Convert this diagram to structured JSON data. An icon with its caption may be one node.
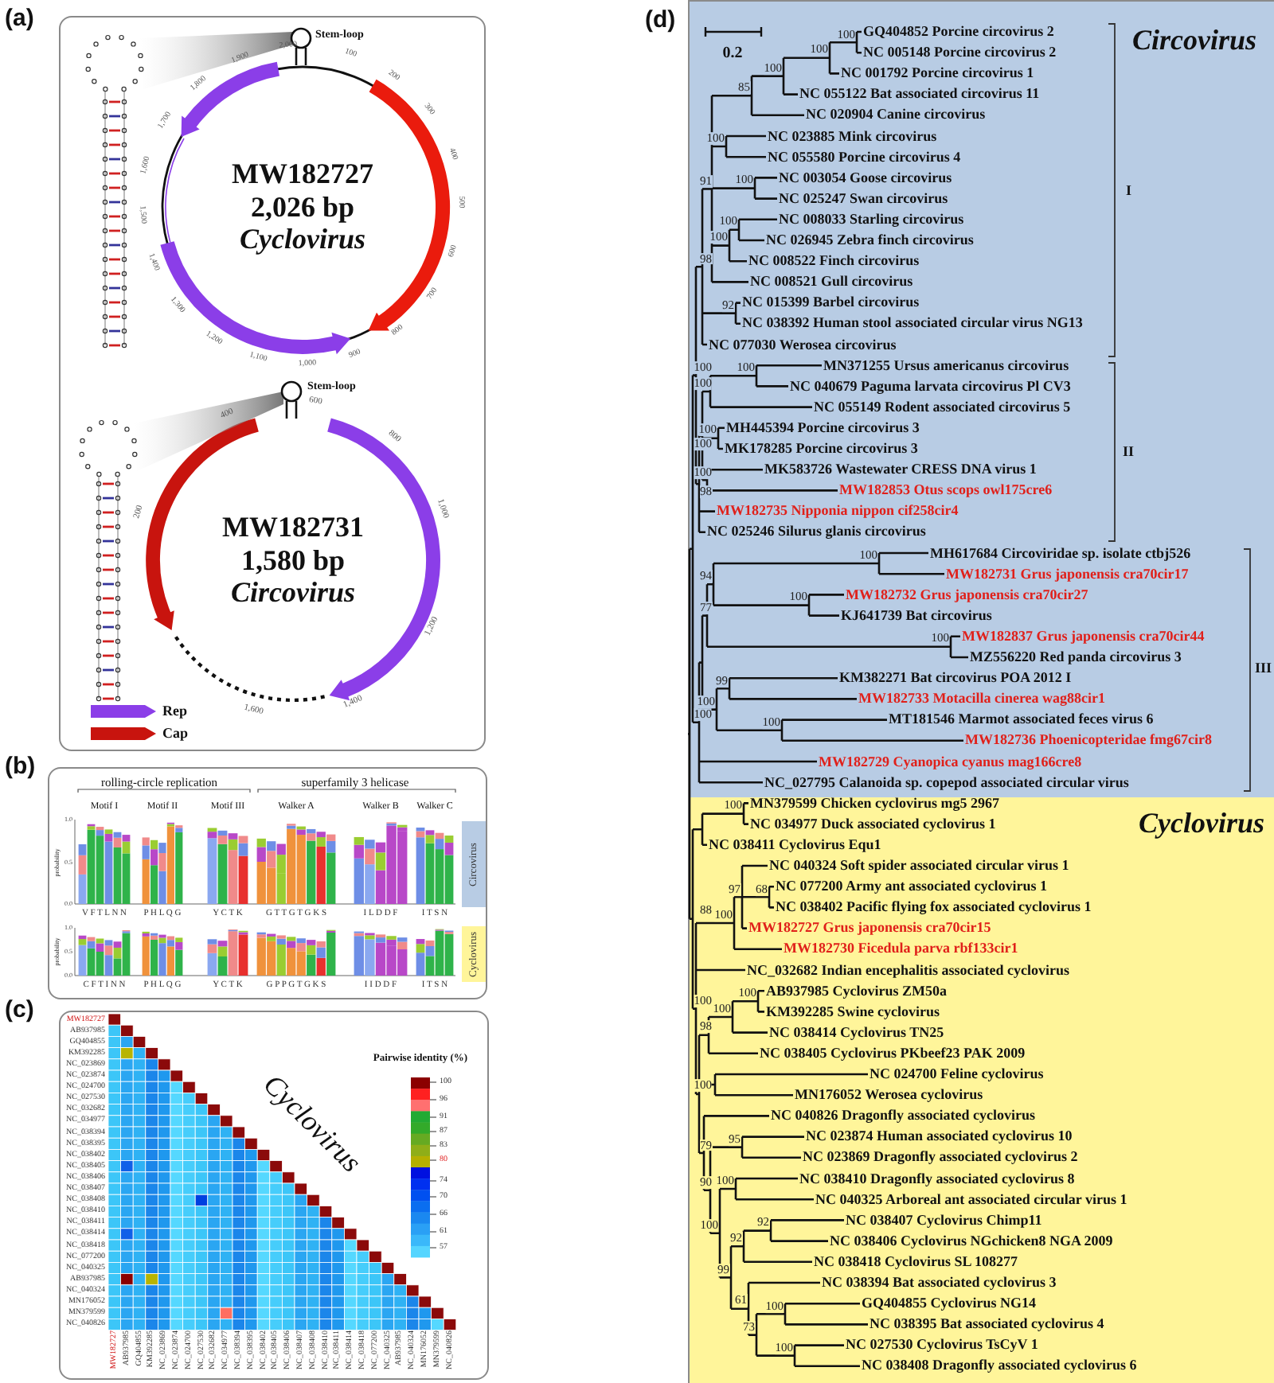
{
  "diagram": {
    "nodes": [
      {
        "text": [
          "(a)"
        ]
      },
      {
        "text": [
          "MW182727",
          "2,026 bp",
          "Cyclovirus"
        ],
        "in": 0
      },
      {
        "text": [
          "MW182731",
          "1,580 bp",
          "Circovirus"
        ],
        "in": 0
      },
      {
        "text": [
          "(b)"
        ]
      },
      {
        "text": [
          "Circovirus"
        ],
        "in": 3
      },
      {
        "text": [
          "Cyclovirus"
        ],
        "in": 3
      },
      {
        "text": [
          "(c)"
        ]
      },
      {
        "text": [
          "(d)"
        ]
      },
      {
        "text": [
          "Circovirus"
        ],
        "in": 7
      },
      {
        "text": [
          "Cyclovirus"
        ],
        "in": 7
      }
    ],
    "labels": [
      "Stem-loop",
      "100",
      "200",
      "300",
      "400",
      "500",
      "600",
      "700",
      "800",
      "900",
      "1,000",
      "1,100",
      "1,200",
      "1,300",
      "1,400",
      "1,500",
      "1,600",
      "1,700",
      "1,800",
      "1,900",
      "2,000",
      "Stem-loop",
      "600",
      "800",
      "1,000",
      "1,200",
      "1,400",
      "1,600",
      "200",
      "400",
      "rolling-circle replication",
      "superfamily 3 helicase",
      "Motif I",
      "Motif II",
      "Motif III",
      "Walker A",
      "Walker B",
      "Walker C",
      "probability",
      "1.0",
      "0.5",
      "0.0",
      "V F T L N N",
      "P H L Q G",
      "Y C T K",
      "G T T G T G K S",
      "I L D D F",
      "I T S N",
      "probability",
      "1.0",
      "0.5",
      "0.0",
      "C F T I N N",
      "P H L Q G",
      "Y C T K",
      "G P P G T G K S",
      "I I D D F",
      "I T S N",
      "MW182727",
      "AB937985",
      "GQ404855",
      "KM392285",
      "NC_023869",
      "NC_023874",
      "NC_024700",
      "NC_027530",
      "NC_032682",
      "NC_034977",
      "NC_038394",
      "NC_038395",
      "NC_038402",
      "NC_038405",
      "NC_038406",
      "NC_038407",
      "NC_038408",
      "NC_038410",
      "NC_038411",
      "NC_038414",
      "NC_038418",
      "NC_077200",
      "NC_040325",
      "AB937985",
      "NC_040324",
      "MN176052",
      "MN379599",
      "NC_040826",
      "MW182727",
      "AB937985",
      "GQ404855",
      "KM392285",
      "NC_023869",
      "NC_023874",
      "NC_024700",
      "NC_027530",
      "NC_032682",
      "NC_034977",
      "NC_038394",
      "NC_038395",
      "NC_038402",
      "NC_038405",
      "NC_038406",
      "NC_038407",
      "NC_038408",
      "NC_038410",
      "NC_038411",
      "NC_038414",
      "NC_038418",
      "NC_077200",
      "NC_040325",
      "AB937985",
      "NC_040324",
      "MN176052",
      "MN379599",
      "NC_040826",
      "Cyclovirus",
      "Pairwise identity (%)",
      "100",
      "96",
      "91",
      "87",
      "83",
      "80",
      "74",
      "70",
      "66",
      "61",
      "57",
      "0.2",
      "GQ404852 Porcine circovirus 2",
      "NC 005148 Porcine circovirus 2",
      "NC 001792 Porcine circovirus 1",
      "NC 055122 Bat associated circovirus 11",
      "NC 020904 Canine circovirus",
      "NC 023885 Mink circovirus",
      "NC 055580 Porcine circovirus 4",
      "NC 003054 Goose circovirus",
      "NC 025247 Swan circovirus",
      "NC 008033 Starling circovirus",
      "NC 026945 Zebra finch circovirus",
      "NC 008522 Finch circovirus",
      "NC 008521 Gull circovirus",
      "NC 015399 Barbel circovirus",
      "NC 038392 Human stool associated circular virus NG13",
      "NC 077030 Werosea circovirus",
      "MN371255 Ursus americanus circovirus",
      "NC 040679 Paguma larvata circovirus Pl CV3",
      "NC 055149 Rodent associated circovirus 5",
      "MH445394 Porcine circovirus 3",
      "MK178285 Porcine circovirus 3",
      "MK583726 Wastewater CRESS DNA virus 1",
      "MW182853 Otus scops owl175cre6",
      "MW182735 Nipponia nippon cif258cir4",
      "NC 025246 Silurus glanis circovirus",
      "MH617684 Circoviridae sp. isolate ctbj526",
      "MW182731 Grus japonensis cra70cir17",
      "MW182732 Grus japonensis cra70cir27",
      "KJ641739 Bat circovirus",
      "MW182837 Grus japonensis cra70cir44",
      "MZ556220 Red panda circovirus 3",
      "KM382271 Bat circovirus POA 2012 I",
      "MW182733 Motacilla cinerea wag88cir1",
      "MT181546 Marmot associated feces virus 6",
      "MW182736 Phoenicopteridae fmg67cir8",
      "MW182729 Cyanopica cyanus mag166cre8",
      "NC_027795 Calanoida sp. copepod associated circular virus",
      "MN379599 Chicken cyclovirus mg5 2967",
      "NC 034977 Duck associated cyclovirus 1",
      "NC 038411 Cyclovirus Equ1",
      "NC 040324 Soft spider associated circular virus 1",
      "NC 077200 Army ant associated cyclovirus 1",
      "NC 038402 Pacific flying fox associated cyclovirus 1",
      "MW182727 Grus japonensis cra70cir15",
      "MW182730 Ficedula parva rbf133cir1",
      "NC_032682 Indian encephalitis associated cyclovirus",
      "AB937985 Cyclovirus ZM50a",
      "KM392285 Swine cyclovirus",
      "NC 038414 Cyclovirus TN25",
      "NC 038405 Cyclovirus PKbeef23 PAK 2009",
      "NC 024700 Feline cyclovirus",
      "MN176052 Werosea cyclovirus",
      "NC 040826 Dragonfly associated cyclovirus",
      "NC 023874 Human associated cyclovirus 10",
      "NC 023869 Dragonfly associated cyclovirus 2",
      "NC 038410 Dragonfly associated cyclovirus 8",
      "NC 040325 Arboreal ant associated circular virus 1",
      "NC 038407 Cyclovirus Chimp11",
      "NC 038406 Cyclovirus NGchicken8 NGA 2009",
      "NC 038418 Cyclovirus SL 108277",
      "NC 038394 Bat associated cyclovirus 3",
      "GQ404855 Cyclovirus NG14",
      "NC 038395 Bat associated cyclovirus 4",
      "NC 027530 Cyclovirus TsCyV 1",
      "NC 038408 Dragonfly associated cyclovirus 6",
      "100",
      "98",
      "91",
      "85",
      "100",
      "100",
      "100",
      "100",
      "100",
      "100",
      "100",
      "92",
      "98",
      "100",
      "100",
      "100",
      "100",
      "100",
      "100",
      "77",
      "94",
      "100",
      "100",
      "100",
      "100",
      "99",
      "100",
      "88",
      "100",
      "100",
      "100",
      "97",
      "68",
      "100",
      "98",
      "100",
      "100",
      "79",
      "90",
      "95",
      "100",
      "100",
      "99",
      "92",
      "92",
      "61",
      "73",
      "100",
      "100",
      "I",
      "II",
      "III"
    ],
    "legend": [
      {
        "text": "Rep"
      },
      {
        "text": "Cap"
      }
    ]
  }
}
